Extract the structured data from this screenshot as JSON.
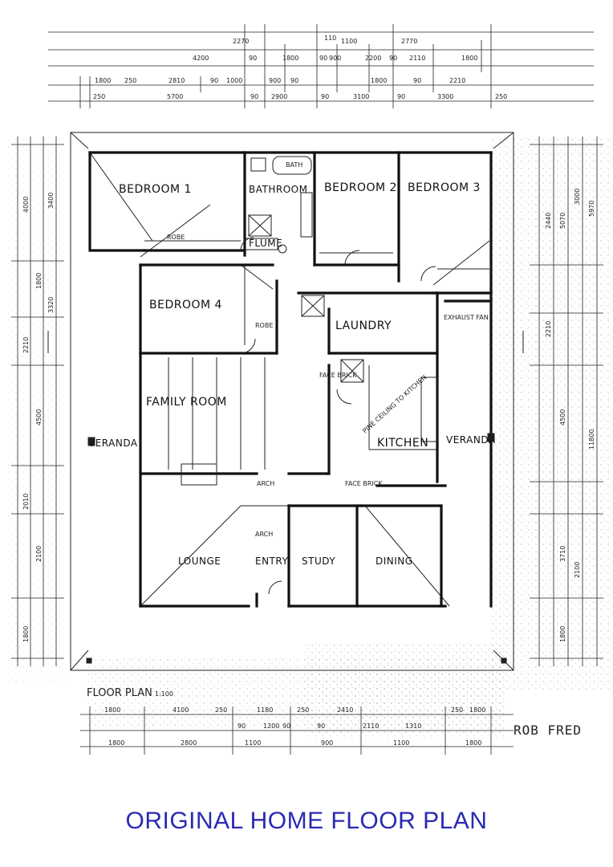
{
  "caption": "ORIGINAL HOME FLOOR PLAN",
  "plan_title": "FLOOR PLAN",
  "plan_scale": "1:100",
  "brand": "ROB FRED",
  "colors": {
    "caption": "#2a2ab3",
    "ink": "#1a1a1a",
    "paper": "#ffffff"
  },
  "rooms": {
    "bedroom1": "BEDROOM 1",
    "bathroom": "BATHROOM",
    "bedroom2": "BEDROOM 2",
    "bedroom3": "BEDROOM 3",
    "bedroom4": "BEDROOM 4",
    "laundry": "LAUNDRY",
    "exhaust_fan": "EXHAUST FAN",
    "family_room": "FAMILY ROOM",
    "kitchen": "KITCHEN",
    "veranda_left": "VERANDA",
    "veranda_right": "VERANDA",
    "lounge": "LOUNGE",
    "entry": "ENTRY",
    "study": "STUDY",
    "dining": "DINING",
    "flume": "FLUME"
  },
  "notes": {
    "bath": "BATH",
    "robe1": "ROBE",
    "robe4": "ROBE",
    "pine_ceiling": "PINE CEILING TO KITCHEN",
    "arch1": "ARCH",
    "arch2": "ARCH",
    "face_brick": "FACE BRICK",
    "face_brick_lower": "FACE BRICK"
  },
  "dims_top": {
    "row1": [
      "2270",
      "110",
      "1100",
      "2770"
    ],
    "row2": [
      "4200",
      "90",
      "1800",
      "90",
      "900",
      "2200",
      "90",
      "2110",
      "1800"
    ],
    "row3": [
      "1800",
      "250",
      "2810",
      "90",
      "1000",
      "900",
      "90",
      "1800",
      "90",
      "2210"
    ],
    "row4": [
      "250",
      "5700",
      "90",
      "2900",
      "90",
      "3100",
      "90",
      "3300",
      "250"
    ]
  },
  "dims_bottom": {
    "row1": [
      "1800",
      "4100",
      "250",
      "1180",
      "250",
      "2410",
      "250",
      "1800"
    ],
    "row2": [
      "90",
      "1200",
      "90",
      "90",
      "2110",
      "1310"
    ],
    "row3": [
      "1800",
      "2800",
      "1100",
      "900",
      "1100",
      "1800"
    ]
  },
  "dims_left": [
    "4000",
    "3400",
    "1800",
    "3320",
    "2210",
    "4500",
    "2010",
    "2100",
    "1800"
  ],
  "dims_right": [
    "2440",
    "5070",
    "3000",
    "5970",
    "2210",
    "4500",
    "11800",
    "3710",
    "2100",
    "1800"
  ]
}
